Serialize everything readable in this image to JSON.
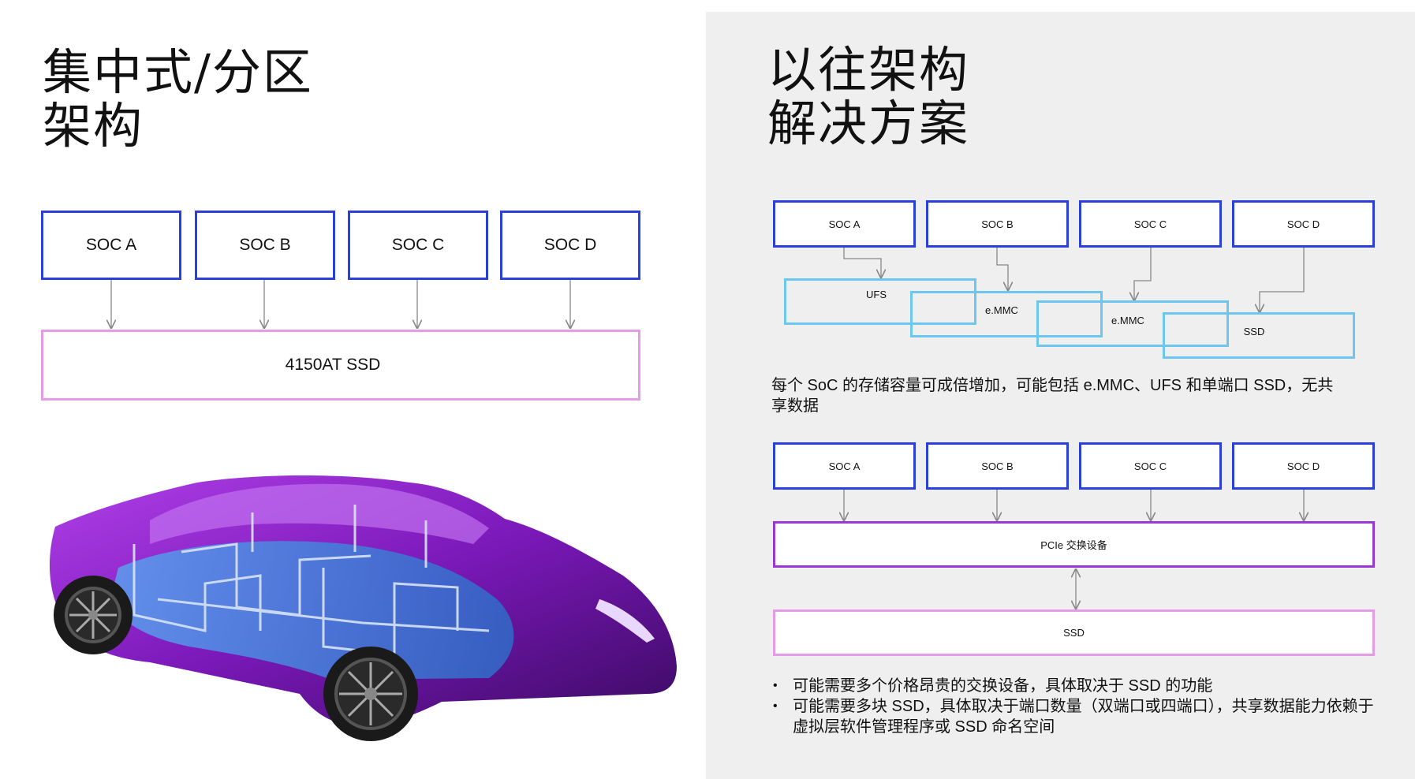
{
  "left": {
    "title_line1": "集中式/分区",
    "title_line2": "架构",
    "socs": [
      "SOC A",
      "SOC B",
      "SOC C",
      "SOC D"
    ],
    "ssd": "4150AT SSD"
  },
  "right": {
    "title_line1": "以往架构",
    "title_line2": "解决方案",
    "diagram1": {
      "socs": [
        "SOC A",
        "SOC B",
        "SOC C",
        "SOC D"
      ],
      "storage": [
        "UFS",
        "e.MMC",
        "e.MMC",
        "SSD"
      ]
    },
    "paragraph": "每个 SoC 的存储容量可成倍增加，可能包括 e.MMC、UFS 和单端口 SSD，无共享数据",
    "diagram2": {
      "socs": [
        "SOC A",
        "SOC B",
        "SOC C",
        "SOC D"
      ],
      "switch": "PCIe 交换设备",
      "ssd": "SSD"
    },
    "bullets": [
      "可能需要多个价格昂贵的交换设备，具体取决于 SSD 的功能",
      "可能需要多块 SSD，具体取决于端口数量（双端口或四端口），共享数据能力依赖于虚拟层软件管理程序或 SSD 命名空间"
    ]
  },
  "colors": {
    "soc_border": "#2b3fdc",
    "ssd_border": "#e59ce6",
    "storage_border": "#6cc6ee",
    "pcie_border": "#9a38d6",
    "right_panel_bg": "#efefef",
    "car_body": "#8a20c8",
    "car_glass": "#4a90e0"
  },
  "icons": {
    "car": "ev-car-illustration"
  }
}
